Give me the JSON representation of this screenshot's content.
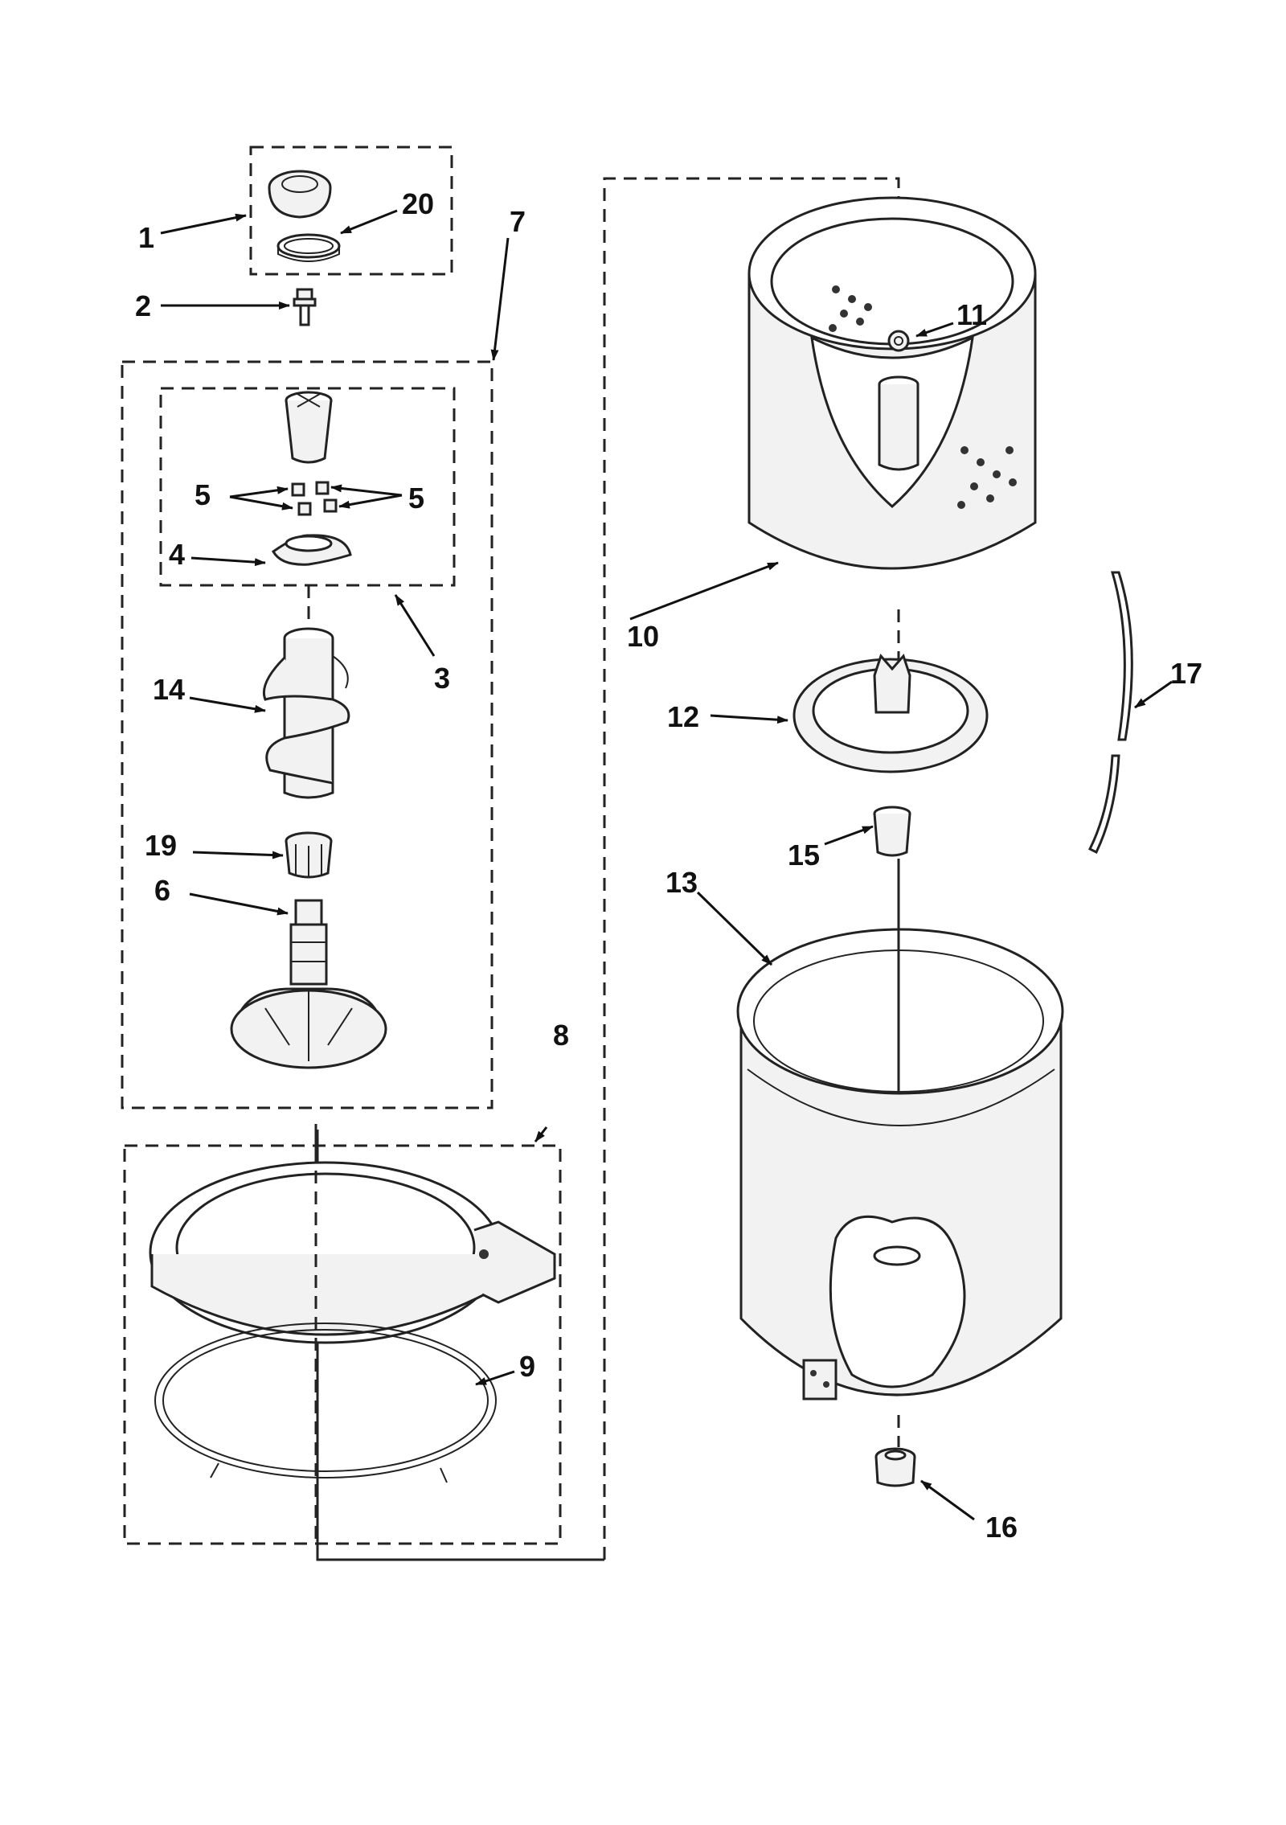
{
  "callouts": {
    "c1": "1",
    "c2": "2",
    "c3": "3",
    "c4": "4",
    "c5a": "5",
    "c5b": "5",
    "c6": "6",
    "c7": "7",
    "c8": "8",
    "c9": "9",
    "c10": "10",
    "c11": "11",
    "c12": "12",
    "c13": "13",
    "c14": "14",
    "c15": "15",
    "c16": "16",
    "c17": "17",
    "c19": "19",
    "c20": "20"
  }
}
